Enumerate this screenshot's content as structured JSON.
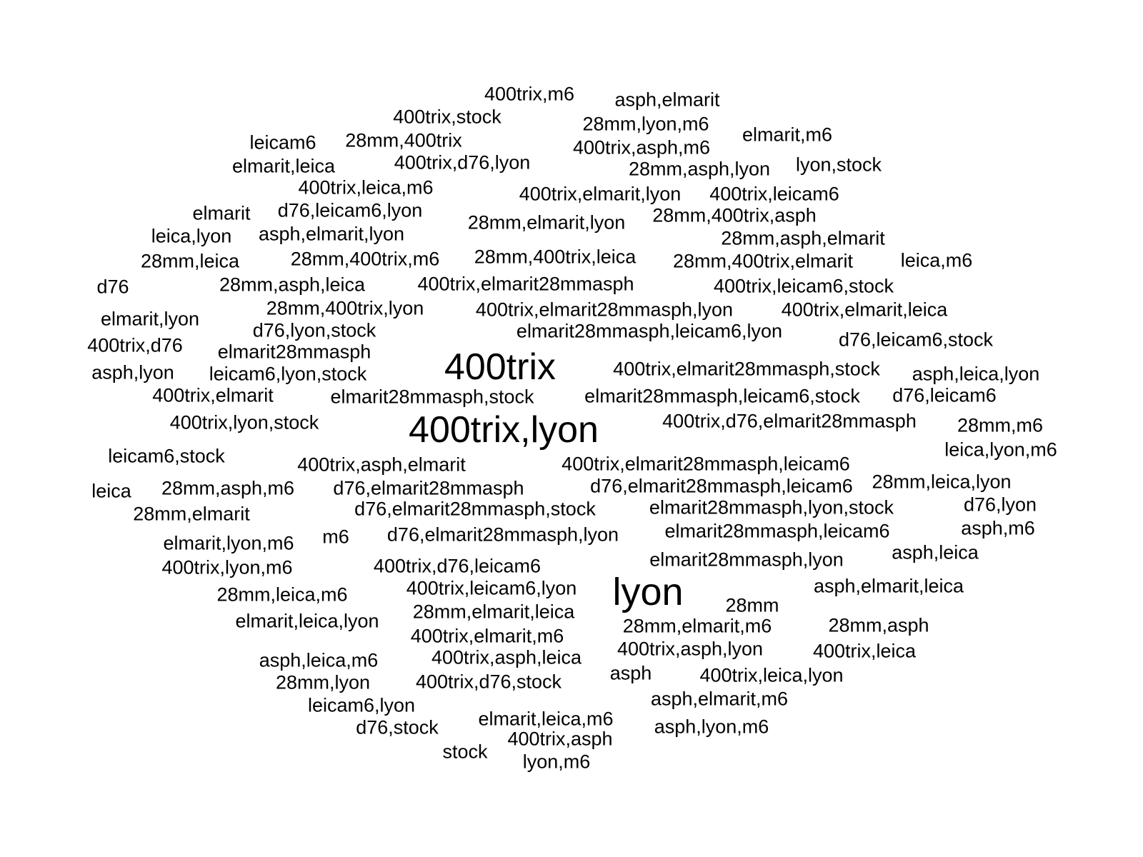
{
  "cloud": {
    "text_color": "#000000",
    "background": "#ffffff",
    "words": [
      {
        "text": "400trix",
        "size": "xl"
      },
      {
        "text": "400trix,lyon",
        "size": "xl"
      },
      {
        "text": "lyon",
        "size": "lg"
      },
      {
        "text": "400trix,m6"
      },
      {
        "text": "asph,elmarit"
      },
      {
        "text": "400trix,stock"
      },
      {
        "text": "28mm,lyon,m6"
      },
      {
        "text": "elmarit,m6"
      },
      {
        "text": "leicam6"
      },
      {
        "text": "28mm,400trix"
      },
      {
        "text": "400trix,asph,m6"
      },
      {
        "text": "elmarit,leica"
      },
      {
        "text": "400trix,d76,lyon"
      },
      {
        "text": "28mm,asph,lyon"
      },
      {
        "text": "lyon,stock"
      },
      {
        "text": "400trix,leica,m6"
      },
      {
        "text": "400trix,elmarit,lyon"
      },
      {
        "text": "400trix,leicam6"
      },
      {
        "text": "elmarit"
      },
      {
        "text": "d76,leicam6,lyon"
      },
      {
        "text": "28mm,elmarit,lyon"
      },
      {
        "text": "28mm,400trix,asph"
      },
      {
        "text": "leica,lyon"
      },
      {
        "text": "asph,elmarit,lyon"
      },
      {
        "text": "28mm,asph,elmarit"
      },
      {
        "text": "28mm,leica"
      },
      {
        "text": "28mm,400trix,m6"
      },
      {
        "text": "28mm,400trix,leica"
      },
      {
        "text": "28mm,400trix,elmarit"
      },
      {
        "text": "leica,m6"
      },
      {
        "text": "d76"
      },
      {
        "text": "28mm,asph,leica"
      },
      {
        "text": "400trix,elmarit28mmasph"
      },
      {
        "text": "400trix,leicam6,stock"
      },
      {
        "text": "28mm,400trix,lyon"
      },
      {
        "text": "400trix,elmarit28mmasph,lyon"
      },
      {
        "text": "400trix,elmarit,leica"
      },
      {
        "text": "elmarit,lyon"
      },
      {
        "text": "d76,lyon,stock"
      },
      {
        "text": "elmarit28mmasph,leicam6,lyon"
      },
      {
        "text": "400trix,d76"
      },
      {
        "text": "d76,leicam6,stock"
      },
      {
        "text": "elmarit28mmasph"
      },
      {
        "text": "400trix,elmarit28mmasph,stock"
      },
      {
        "text": "asph,lyon"
      },
      {
        "text": "leicam6,lyon,stock"
      },
      {
        "text": "asph,leica,lyon"
      },
      {
        "text": "400trix,elmarit"
      },
      {
        "text": "elmarit28mmasph,stock"
      },
      {
        "text": "elmarit28mmasph,leicam6,stock"
      },
      {
        "text": "d76,leicam6"
      },
      {
        "text": "400trix,lyon,stock"
      },
      {
        "text": "400trix,d76,elmarit28mmasph"
      },
      {
        "text": "28mm,m6"
      },
      {
        "text": "leicam6,stock"
      },
      {
        "text": "400trix,asph,elmarit"
      },
      {
        "text": "400trix,elmarit28mmasph,leicam6"
      },
      {
        "text": "leica,lyon,m6"
      },
      {
        "text": "leica"
      },
      {
        "text": "28mm,asph,m6"
      },
      {
        "text": "d76,elmarit28mmasph"
      },
      {
        "text": "d76,elmarit28mmasph,leicam6"
      },
      {
        "text": "28mm,leica,lyon"
      },
      {
        "text": "28mm,elmarit"
      },
      {
        "text": "d76,elmarit28mmasph,stock"
      },
      {
        "text": "elmarit28mmasph,lyon,stock"
      },
      {
        "text": "d76,lyon"
      },
      {
        "text": "elmarit,lyon,m6"
      },
      {
        "text": "m6"
      },
      {
        "text": "d76,elmarit28mmasph,lyon"
      },
      {
        "text": "elmarit28mmasph,leicam6"
      },
      {
        "text": "asph,m6"
      },
      {
        "text": "400trix,lyon,m6"
      },
      {
        "text": "400trix,d76,leicam6"
      },
      {
        "text": "elmarit28mmasph,lyon"
      },
      {
        "text": "asph,leica"
      },
      {
        "text": "28mm,leica,m6"
      },
      {
        "text": "400trix,leicam6,lyon"
      },
      {
        "text": "asph,elmarit,leica"
      },
      {
        "text": "28mm"
      },
      {
        "text": "elmarit,leica,lyon"
      },
      {
        "text": "28mm,elmarit,leica"
      },
      {
        "text": "28mm,elmarit,m6"
      },
      {
        "text": "28mm,asph"
      },
      {
        "text": "400trix,elmarit,m6"
      },
      {
        "text": "400trix,asph,lyon"
      },
      {
        "text": "400trix,leica"
      },
      {
        "text": "asph,leica,m6"
      },
      {
        "text": "400trix,asph,leica"
      },
      {
        "text": "asph"
      },
      {
        "text": "400trix,leica,lyon"
      },
      {
        "text": "28mm,lyon"
      },
      {
        "text": "400trix,d76,stock"
      },
      {
        "text": "asph,elmarit,m6"
      },
      {
        "text": "leicam6,lyon"
      },
      {
        "text": "elmarit,leica,m6"
      },
      {
        "text": "d76,stock"
      },
      {
        "text": "asph,lyon,m6"
      },
      {
        "text": "400trix,asph"
      },
      {
        "text": "stock"
      },
      {
        "text": "lyon,m6"
      }
    ]
  }
}
